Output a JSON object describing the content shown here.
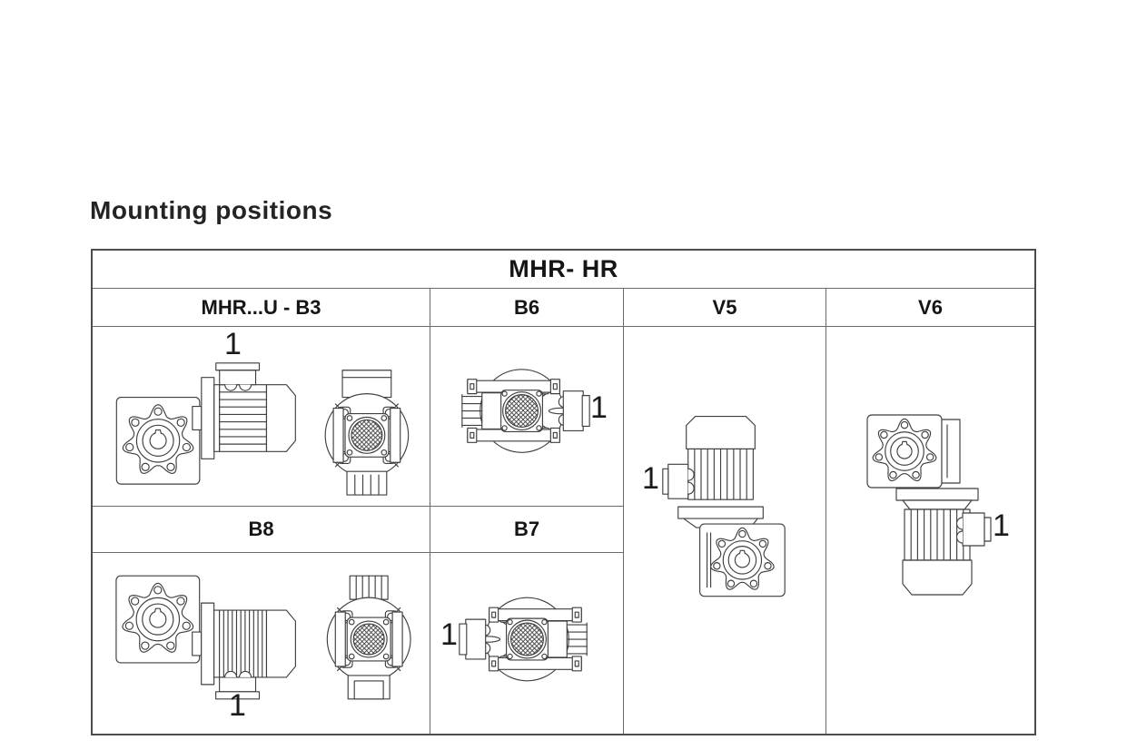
{
  "page": {
    "title": "Mounting positions"
  },
  "table": {
    "title": "MHR- HR",
    "columns": [
      "MHR...U - B3",
      "B6",
      "V5",
      "V6"
    ],
    "sub_headers": [
      "B8",
      "B7"
    ],
    "cells": {
      "b3": {
        "callout": "1",
        "drawing": "worm-gearmotor-b3-side-and-rear-view"
      },
      "b6": {
        "callout": "1",
        "drawing": "worm-gearmotor-b6-top-view"
      },
      "v5": {
        "callout": "1",
        "drawing": "worm-gearmotor-v5-motor-up"
      },
      "v6": {
        "callout": "1",
        "drawing": "worm-gearmotor-v6-motor-down"
      },
      "b8": {
        "callout": "1",
        "drawing": "worm-gearmotor-b8-side-and-rear-view"
      },
      "b7": {
        "callout": "1",
        "drawing": "worm-gearmotor-b7-top-view"
      }
    }
  },
  "colors": {
    "line": "#3f3f3f",
    "table_border": "#5a5a5a",
    "text": "#1e1e1e",
    "background": "#ffffff"
  }
}
